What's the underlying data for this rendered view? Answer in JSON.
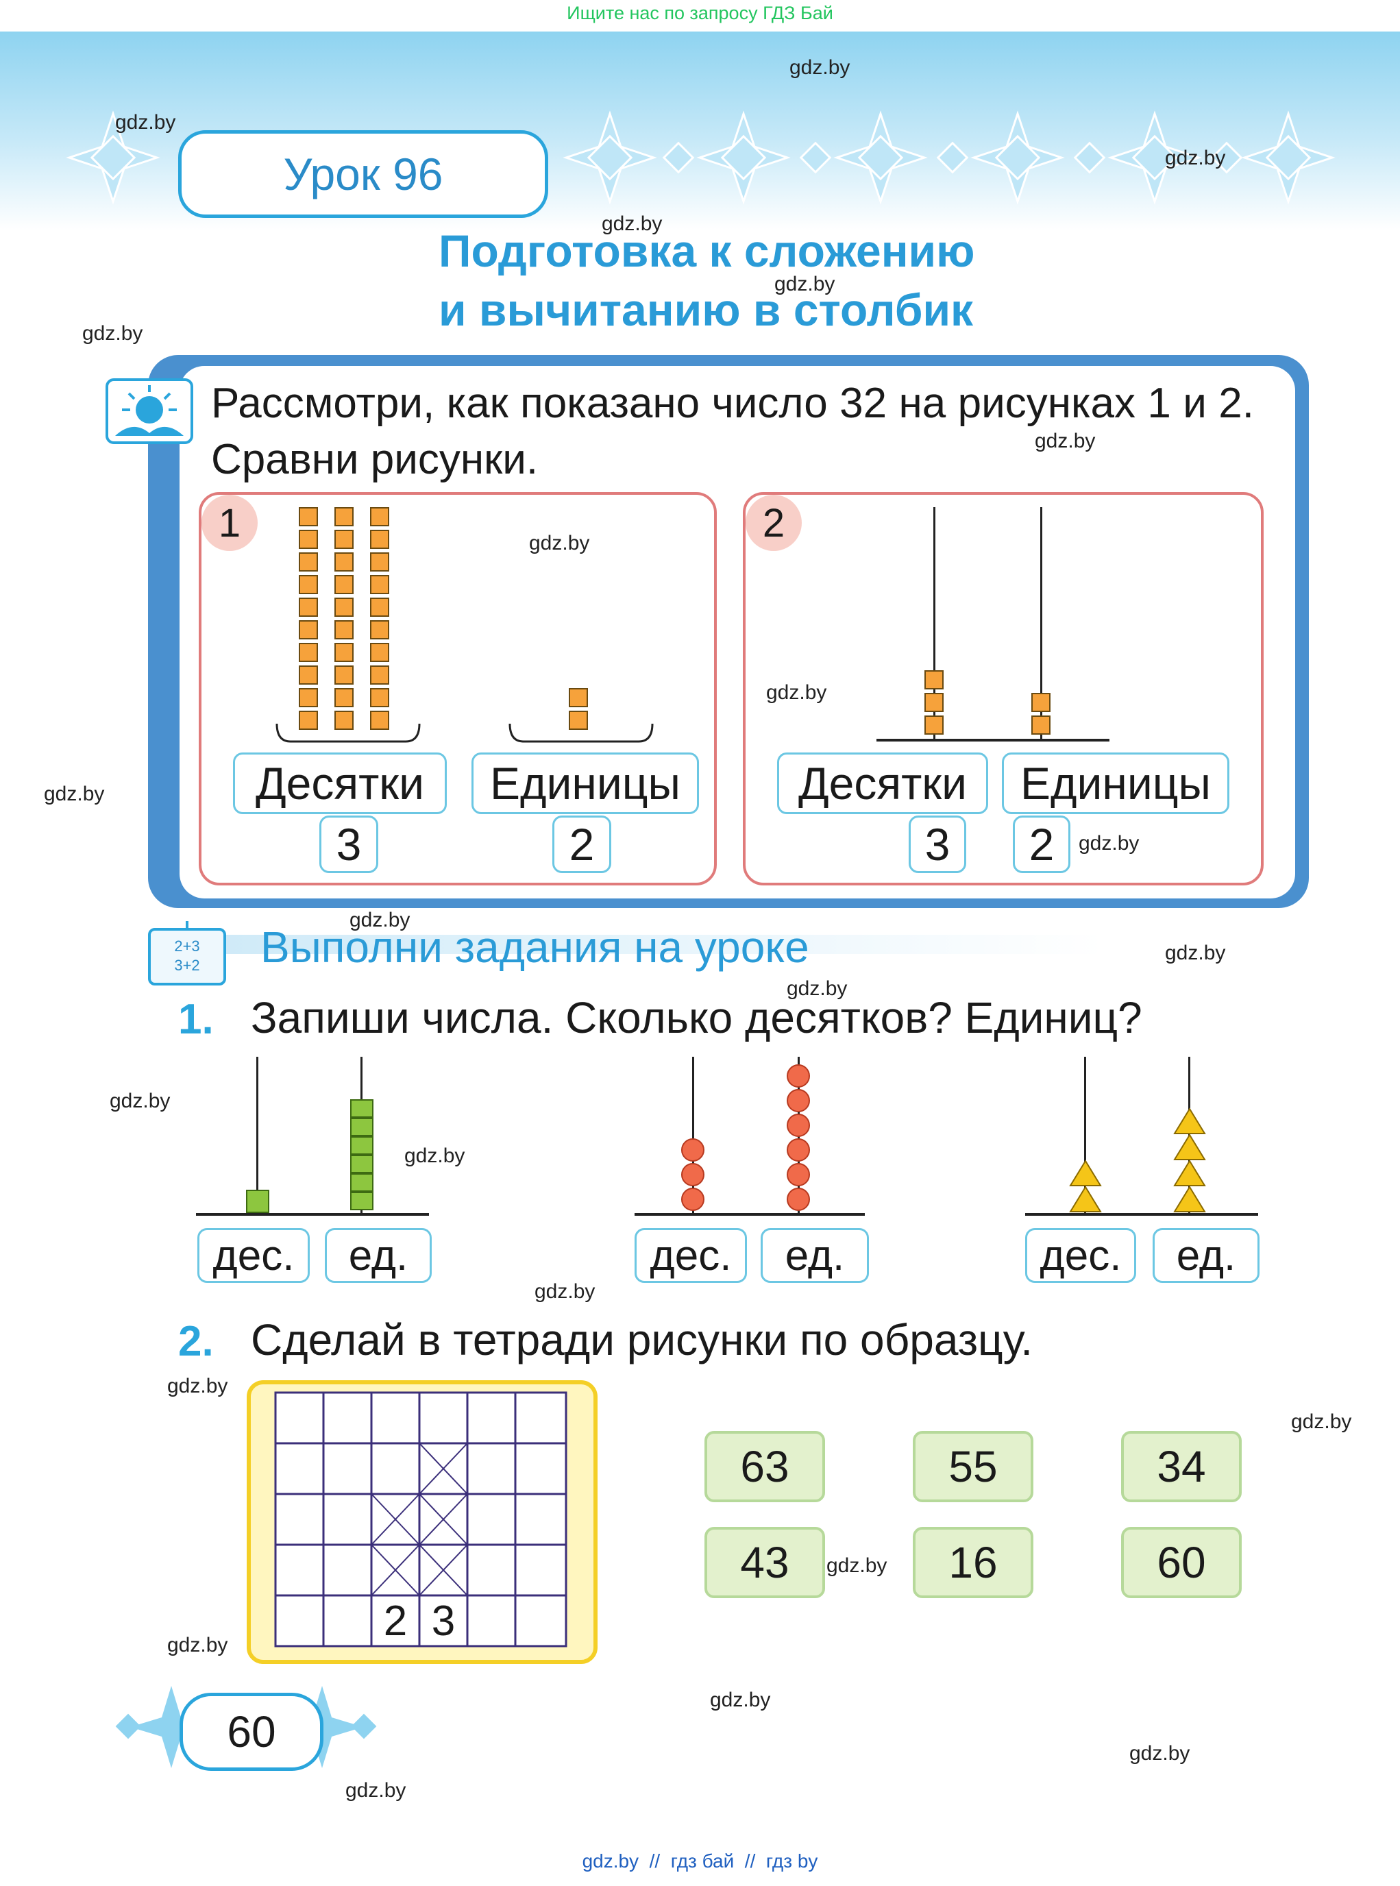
{
  "top_note": "Ищите нас по запросу ГДЗ Бай",
  "lesson": "Урок 96",
  "title": {
    "line1": "Подготовка к сложению",
    "line2": "и вычитанию в столбик"
  },
  "intro": "Рассмотри, как показано число 32 на рисунках 1 и 2. Сравни рисунки.",
  "panel1": {
    "number": "1",
    "tens_label": "Десятки",
    "ones_label": "Единицы",
    "tens_value": "3",
    "ones_value": "2"
  },
  "panel2": {
    "number": "2",
    "tens_label": "Десятки",
    "ones_label": "Единицы",
    "tens_value": "3",
    "ones_value": "2"
  },
  "lesson_tasks_heading": "Выполни задания на уроке",
  "board_icon": {
    "line1": "2+3",
    "line2": "3+2"
  },
  "task1": {
    "number": "1.",
    "text": "Запиши числа. Сколько десятков? Единиц?",
    "abacuses": [
      {
        "tens_label": "дес.",
        "ones_label": "ед.",
        "tens": 1,
        "ones": 6,
        "shape": "square",
        "color": "#8dc63f"
      },
      {
        "tens_label": "дес.",
        "ones_label": "ед.",
        "tens": 3,
        "ones": 6,
        "shape": "bead",
        "color": "#f06a4a"
      },
      {
        "tens_label": "дес.",
        "ones_label": "ед.",
        "tens": 2,
        "ones": 4,
        "shape": "triangle",
        "color": "#f5c518"
      }
    ]
  },
  "task2": {
    "number": "2.",
    "text": "Сделай в тетради рисунки по образцу.",
    "sample_digits": [
      "2",
      "3"
    ],
    "cards": [
      "63",
      "55",
      "34",
      "43",
      "16",
      "60"
    ]
  },
  "page_number": "60",
  "watermark": "gdz.by",
  "footer": "gdz.by  //  гдз бай  //  гдз by",
  "colors": {
    "accent": "#2a9bd7",
    "frame": "#4a90cf",
    "panel_border": "#e07b7b",
    "cube": "#f6a23b"
  }
}
